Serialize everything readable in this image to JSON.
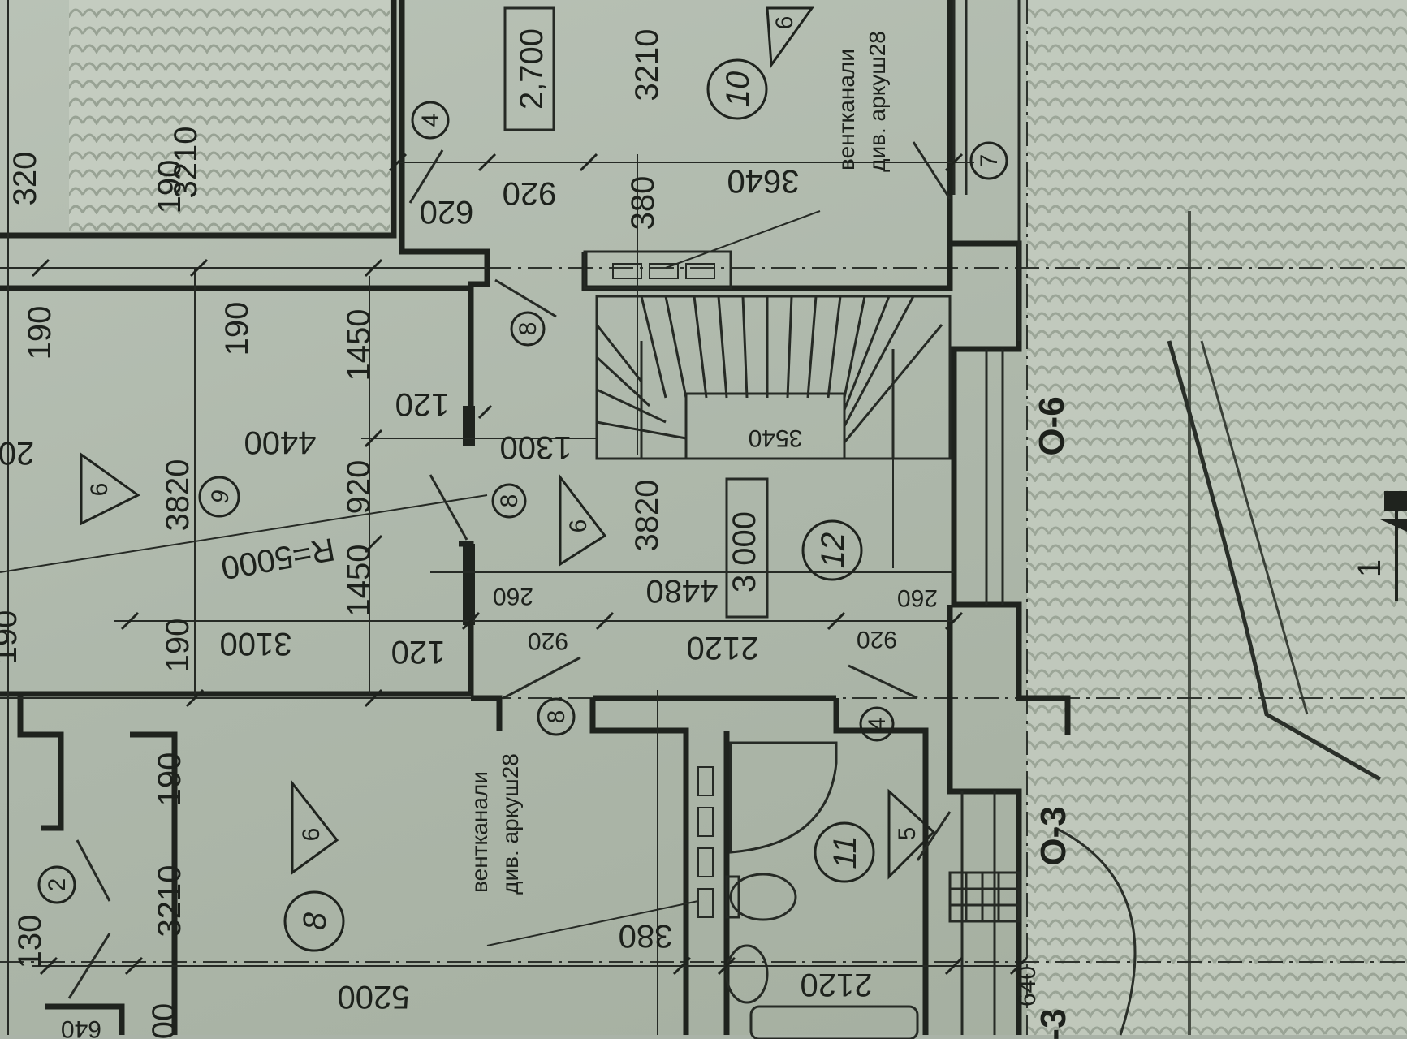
{
  "plan": {
    "dimensions": {
      "d3210_top": "3210",
      "d3210_mid": "3210",
      "d3210_left": "3210",
      "d190_top": "190",
      "d190_left_a": "190",
      "d190_mid_a": "190",
      "d190_mid_b": "190",
      "d190_left_b": "190",
      "d190_low": "190",
      "d320": "320",
      "d2700": "2,700",
      "d620": "620",
      "d920_top": "920",
      "d380_top": "380",
      "d3640": "3640",
      "d1450_top": "1450",
      "d1450_bottom": "1450",
      "d120_top": "120",
      "d120_bottom": "120",
      "d4400": "4400",
      "d1300": "1300",
      "d3540": "3540",
      "d3820_left": "3820",
      "d3820_mid": "3820",
      "d920_left": "920",
      "r5000": "R=5000",
      "d3000": "3 000",
      "d260_left": "260",
      "d260_right": "260",
      "d4480": "4480",
      "d3100": "3100",
      "d920_b1": "920",
      "d2120_mid": "2120",
      "d920_b2": "920",
      "d380_bottom": "380",
      "d5200": "5200",
      "d2120_bottom": "2120",
      "d130": "130",
      "d640_right": "640",
      "d640_left": "640",
      "d20": "20",
      "d00": "00"
    },
    "rooms": [
      {
        "number": "10",
        "finish": "6"
      },
      {
        "number": "9",
        "finish": "6"
      },
      {
        "number": "12",
        "finish": "6"
      },
      {
        "number": "8",
        "finish": "6"
      },
      {
        "number": "11",
        "finish": "5"
      }
    ],
    "doors": {
      "d4": "4",
      "d7": "7",
      "d8_top": "8",
      "d8_mid": "8",
      "d8_bottom": "8",
      "d4_bottom": "4",
      "d2": "2"
    },
    "notes": {
      "vent_top_line1": "вентканали",
      "vent_top_line2": "див. аркуш28",
      "vent_bottom_line1": "вентканали",
      "vent_bottom_line2": "див. аркуш28"
    },
    "axes": {
      "o6": "О-6",
      "o3": "О-3",
      "o3_partial": "-3"
    },
    "section_mark": "1"
  }
}
